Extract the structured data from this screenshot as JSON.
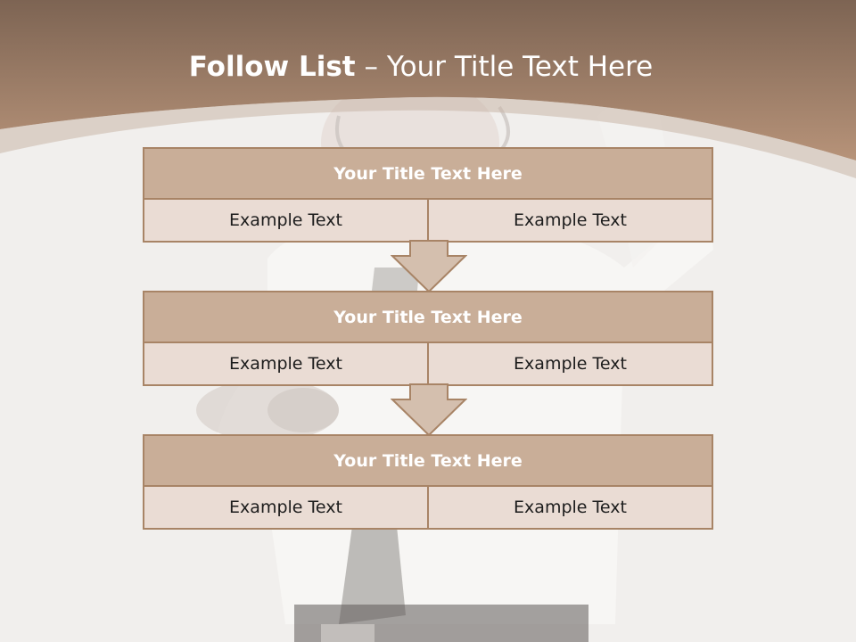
{
  "slide": {
    "title_bold": "Follow List",
    "title_rest": "– Your Title Text Here"
  },
  "blocks": [
    {
      "title": "Your Title Text Here",
      "cells": [
        "Example Text",
        "Example Text"
      ]
    },
    {
      "title": "Your Title Text Here",
      "cells": [
        "Example Text",
        "Example Text"
      ]
    },
    {
      "title": "Your Title Text Here",
      "cells": [
        "Example Text",
        "Example Text"
      ]
    }
  ],
  "colors": {
    "header_band": "#b08e76",
    "block_title_fill": "#c9ae98",
    "block_cell_fill": "#eadcd4",
    "block_border": "#a88466",
    "arrow_fill": "#d4bfae"
  }
}
